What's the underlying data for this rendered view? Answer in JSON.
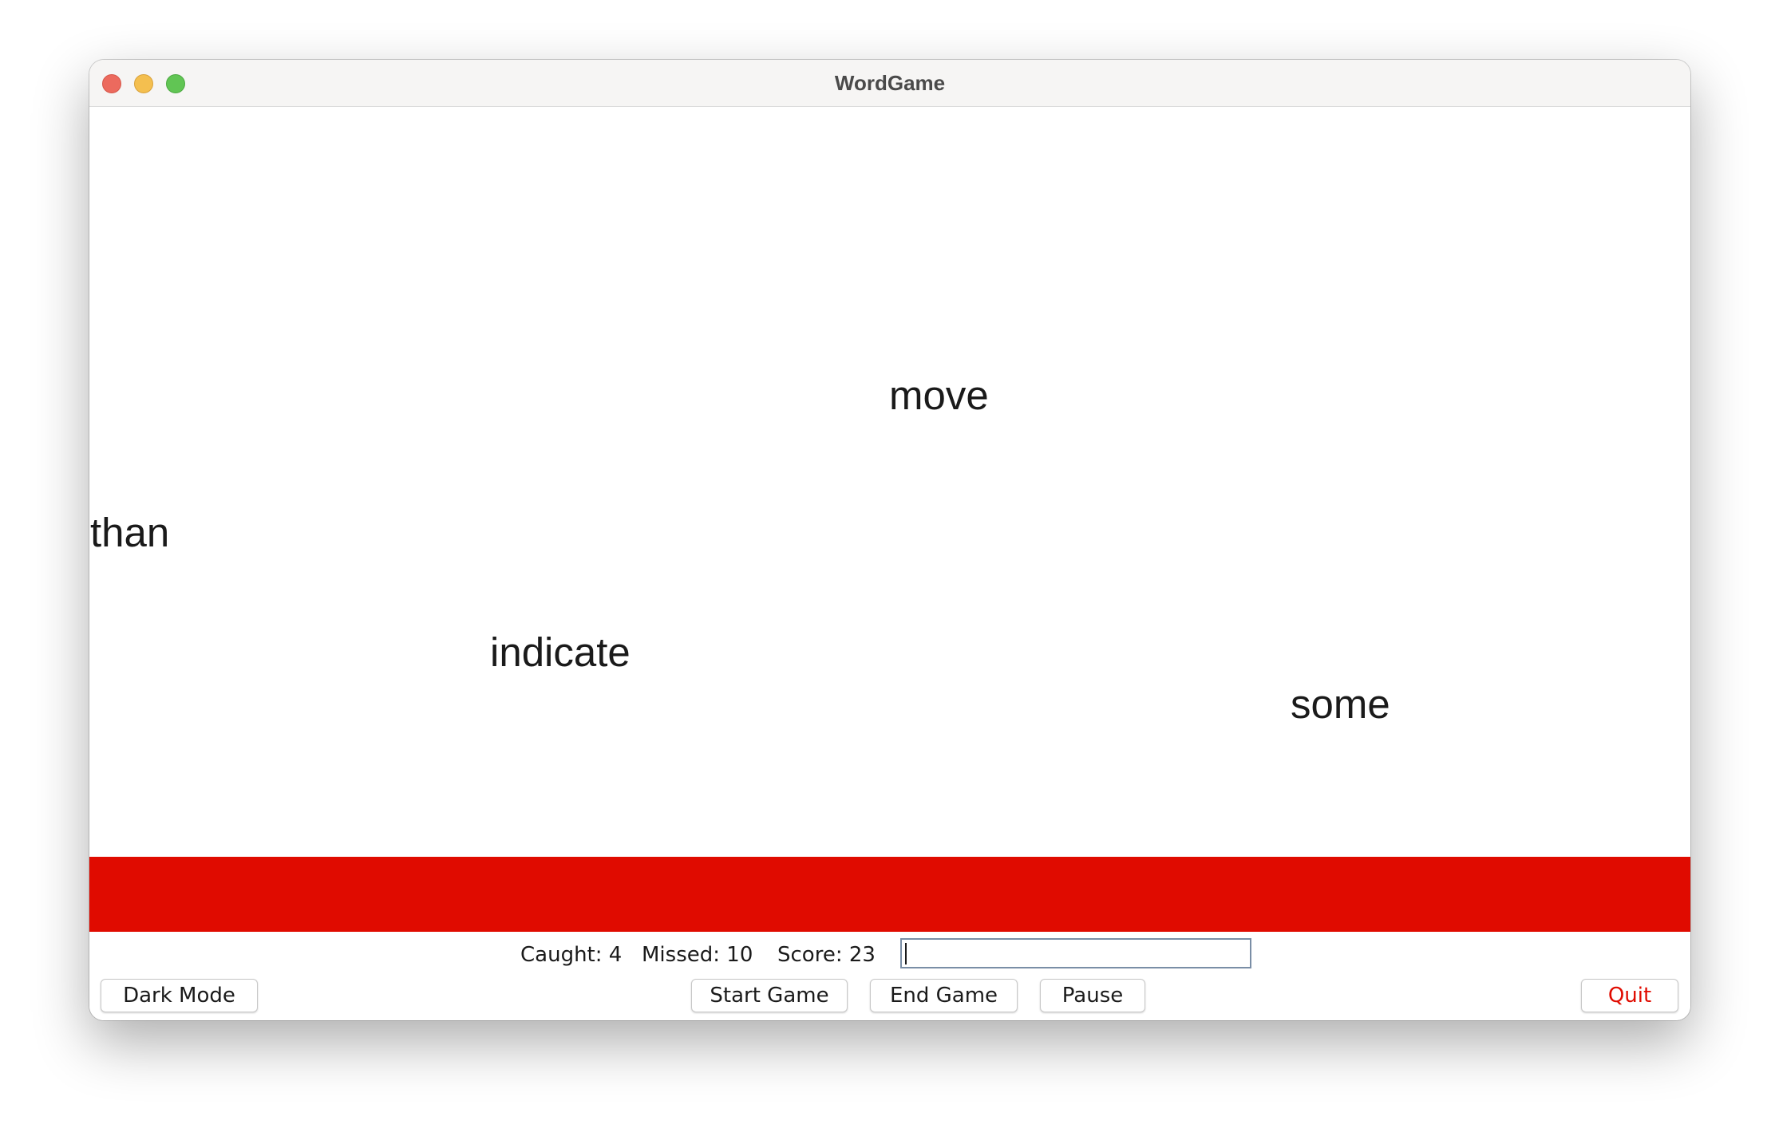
{
  "window": {
    "title": "WordGame"
  },
  "falling_words": [
    {
      "text": "move"
    },
    {
      "text": "than"
    },
    {
      "text": "indicate"
    },
    {
      "text": "some"
    }
  ],
  "ground": {
    "color": "#e00b00"
  },
  "stats": {
    "caught_text": "Caught: 4",
    "missed_text": "Missed: 10",
    "score_text": "Score: 23",
    "caught": 4,
    "missed": 10,
    "score": 23
  },
  "input": {
    "value": "",
    "placeholder": ""
  },
  "buttons": {
    "dark_mode": "Dark Mode",
    "start_game": "Start Game",
    "end_game": "End Game",
    "pause": "Pause",
    "quit": "Quit",
    "quit_color": "#e00b00"
  }
}
